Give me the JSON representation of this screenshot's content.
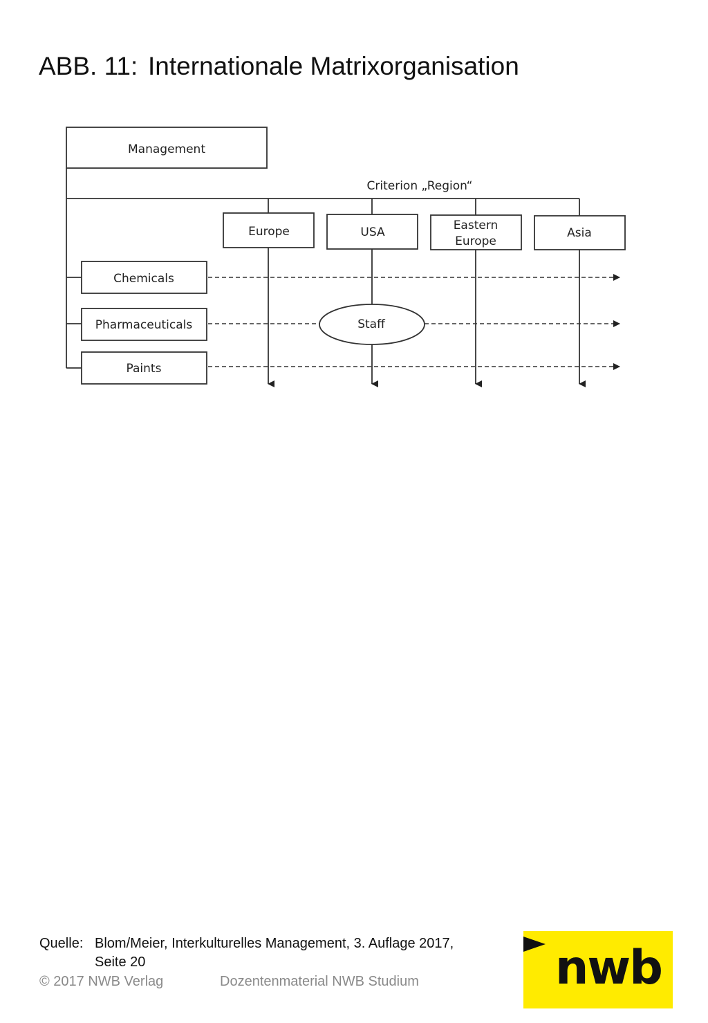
{
  "title": {
    "number": "ABB. 11:",
    "text": "Internationale Matrixorganisation"
  },
  "diagram": {
    "management": "Management",
    "criterion": "Criterion „Region“",
    "regions": [
      {
        "line1": "Europe",
        "line2": ""
      },
      {
        "line1": "USA",
        "line2": ""
      },
      {
        "line1": "Eastern",
        "line2": "Europe"
      },
      {
        "line1": "Asia",
        "line2": ""
      }
    ],
    "divisions": [
      "Chemicals",
      "Pharmaceuticals",
      "Paints"
    ],
    "staff": "Staff"
  },
  "source": {
    "label": "Quelle:",
    "line1": "Blom/Meier, Interkulturelles Management, 3. Auflage 2017,",
    "line2": "Seite 20"
  },
  "footer": {
    "copyright": "© 2017 NWB Verlag",
    "material": "Dozentenmaterial NWB Studium"
  },
  "logo": {
    "text": "nwb",
    "background": "#ffeb00"
  }
}
